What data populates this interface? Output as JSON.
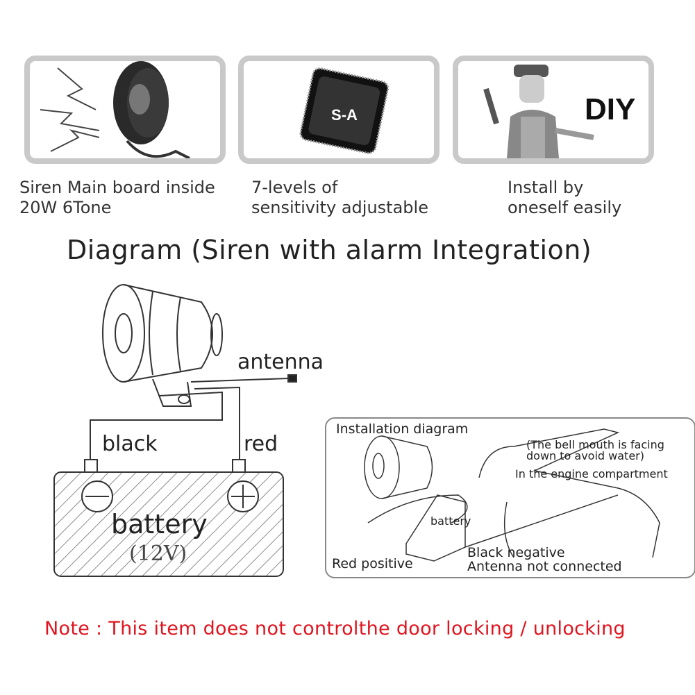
{
  "features": [
    {
      "caption_line1": "Siren Main board inside",
      "caption_line2": "20W 6Tone",
      "icon": "siren-icon"
    },
    {
      "caption_line1": "7-levels of",
      "caption_line2": "sensitivity adjustable",
      "icon": "chip-icon",
      "chip_label": "S-A"
    },
    {
      "caption_line1": "Install by",
      "caption_line2": "oneself easily",
      "icon": "mechanic-icon",
      "badge": "DIY"
    }
  ],
  "diagram": {
    "title": "Diagram (Siren with alarm Integration)",
    "antenna_label": "antenna",
    "black_label": "black",
    "red_label": "red",
    "battery_label": "battery",
    "battery_voltage": "(12V)"
  },
  "installation": {
    "title": "Installation diagram",
    "bell_note_line1": "(The bell mouth is facing",
    "bell_note_line2": "down to avoid water)",
    "engine_note": "In the engine compartment",
    "battery_label": "battery",
    "red_note": "Red positive",
    "black_note": "Black negative",
    "antenna_note": "Antenna not connected"
  },
  "note": "Note : This item does not controlthe door locking / unlocking",
  "colors": {
    "note": "#e0141e",
    "panel_border": "#c9c9c9"
  }
}
